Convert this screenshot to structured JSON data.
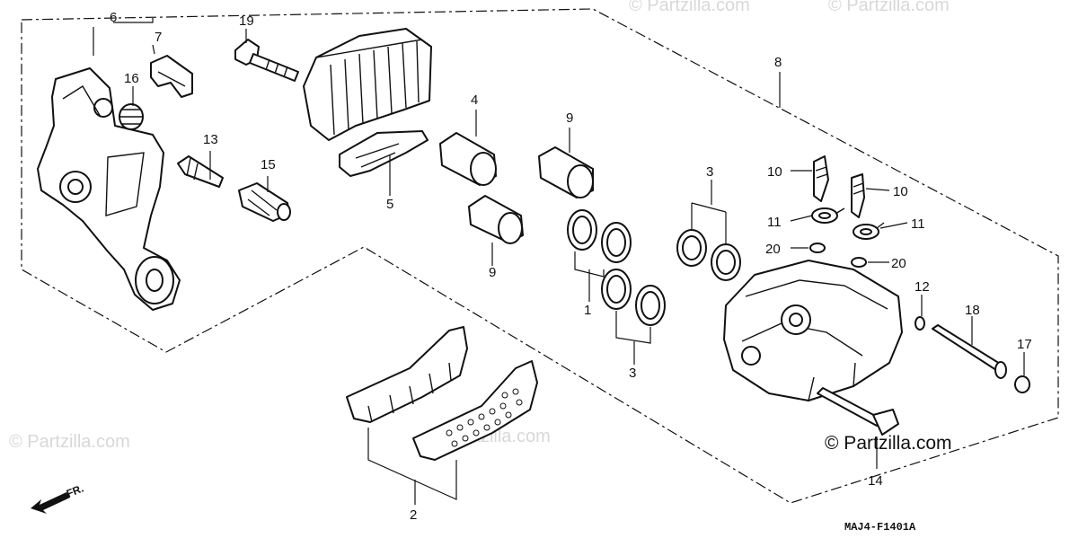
{
  "diagram": {
    "figure_code": "MAJ4-F1401A",
    "copyright": "© Partzilla.com",
    "watermark": "© Partzilla.com",
    "direction_label": "FR.",
    "callouts": {
      "c1": "1",
      "c2": "2",
      "c3a": "3",
      "c3b": "3",
      "c4": "4",
      "c5": "5",
      "c6": "6",
      "c7": "7",
      "c8": "8",
      "c9a": "9",
      "c9b": "9",
      "c10a": "10",
      "c10b": "10",
      "c11a": "11",
      "c11b": "11",
      "c12": "12",
      "c13": "13",
      "c14": "14",
      "c15": "15",
      "c16": "16",
      "c17": "17",
      "c18": "18",
      "c19": "19",
      "c20a": "20",
      "c20b": "20"
    }
  }
}
